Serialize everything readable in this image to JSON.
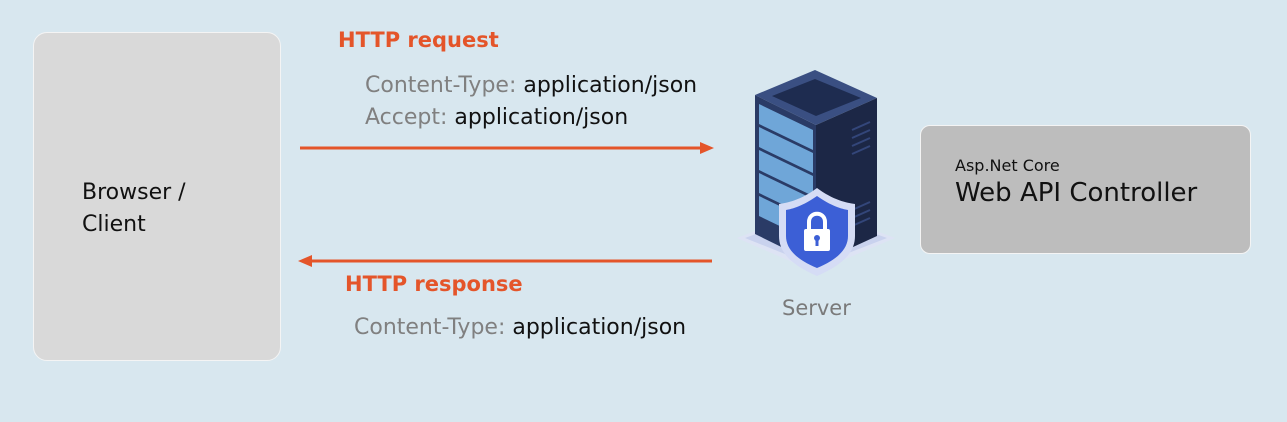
{
  "client": {
    "label": "Browser /\nClient"
  },
  "request": {
    "title": "HTTP request",
    "headers": [
      {
        "name": "Content-Type:",
        "value": "application/json"
      },
      {
        "name": "Accept:",
        "value": " application/json"
      }
    ]
  },
  "response": {
    "title": "HTTP response",
    "headers": [
      {
        "name": "Content-Type:",
        "value": "application/json"
      }
    ]
  },
  "server": {
    "label": "Server",
    "icon": "server-rack-lock-icon"
  },
  "controller": {
    "subtitle": "Asp.Net Core",
    "title": "Web API Controller"
  },
  "colors": {
    "accent": "#e4552a",
    "background": "#d8e7ef",
    "client_box": "#d9d9d9",
    "controller_box": "#bdbdbd"
  }
}
